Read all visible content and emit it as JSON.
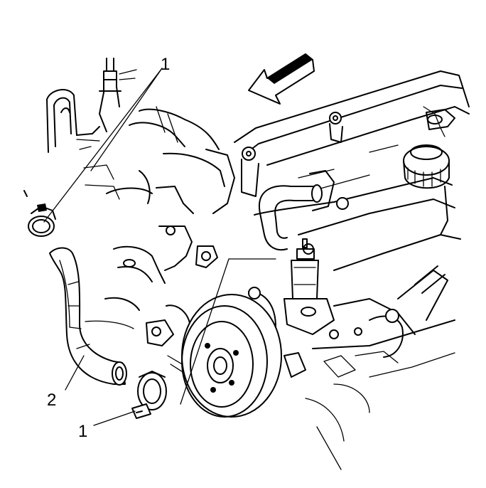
{
  "callouts": {
    "top_label": "1",
    "middle_label": "2",
    "bottom_label": "1"
  },
  "colors": {
    "ink": "#000000",
    "paper": "#ffffff"
  }
}
